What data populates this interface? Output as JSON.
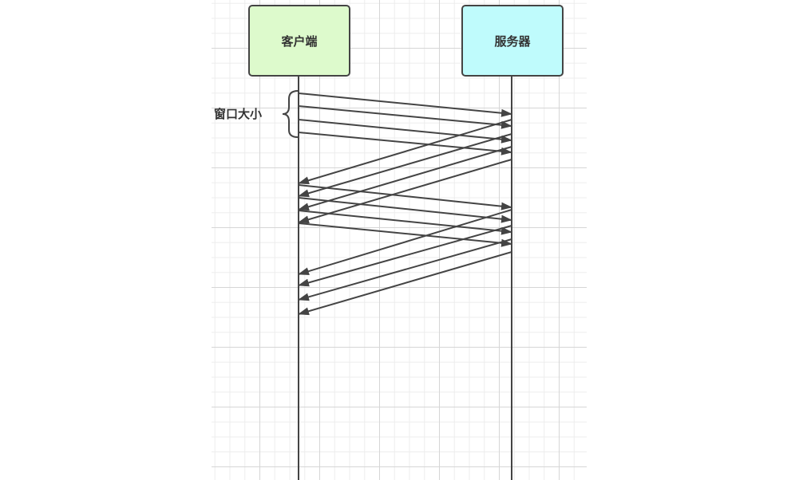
{
  "participants": {
    "client": {
      "label": "客户端",
      "color": "#ddfacc"
    },
    "server": {
      "label": "服务器",
      "color": "#bffbfc"
    }
  },
  "annotation": {
    "label": "窗口大小"
  },
  "colors": {
    "line": "#444444",
    "grid_major": "#d6d6d6",
    "grid_minor": "#ededed"
  }
}
